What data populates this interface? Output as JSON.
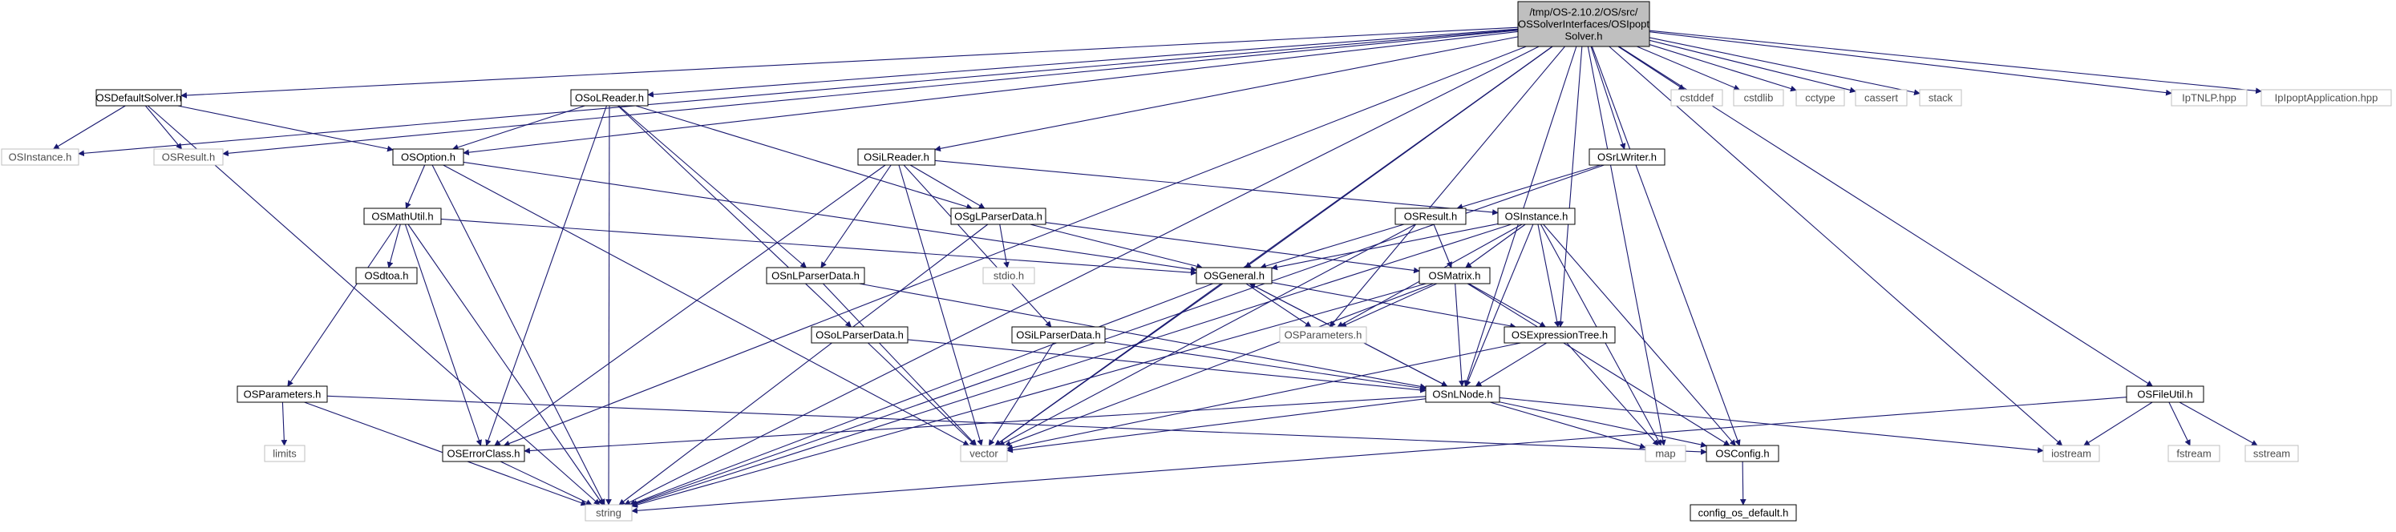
{
  "title": "/tmp/OS-2.10.2/OS/src/OSSolverInterfaces/OSIpoptSolver.h",
  "colors": {
    "root_fill": "#bfbfbf",
    "node_border": "#000000",
    "ext_border": "#bfbfbf",
    "edge": "#191970",
    "text": "#000000",
    "ext_text": "#4d4d4d"
  },
  "nodes": [
    {
      "id": "root",
      "label": "/tmp/OS-2.10.2/OS/src/\nOSSolverInterfaces/OSIpopt\nSolver.h",
      "kind": "root"
    },
    {
      "id": "OSDefaultSolver.h",
      "label": "OSDefaultSolver.h",
      "kind": "file"
    },
    {
      "id": "OSInstance.h.ext",
      "label": "OSInstance.h",
      "kind": "ext"
    },
    {
      "id": "OSResult.h.ext",
      "label": "OSResult.h",
      "kind": "ext"
    },
    {
      "id": "OSOption.h",
      "label": "OSOption.h",
      "kind": "file"
    },
    {
      "id": "OSoLReader.h",
      "label": "OSoLReader.h",
      "kind": "file"
    },
    {
      "id": "OSiLReader.h",
      "label": "OSiLReader.h",
      "kind": "file"
    },
    {
      "id": "OSgLParserData.h",
      "label": "OSgLParserData.h",
      "kind": "file"
    },
    {
      "id": "OSMathUtil.h",
      "label": "OSMathUtil.h",
      "kind": "file"
    },
    {
      "id": "OSdtoa.h",
      "label": "OSdtoa.h",
      "kind": "file"
    },
    {
      "id": "OSnLParserData.h",
      "label": "OSnLParserData.h",
      "kind": "file"
    },
    {
      "id": "OSoLParserData.h",
      "label": "OSoLParserData.h",
      "kind": "file"
    },
    {
      "id": "OSiLParserData.h",
      "label": "OSiLParserData.h",
      "kind": "file"
    },
    {
      "id": "stdio.h",
      "label": "stdio.h",
      "kind": "ext"
    },
    {
      "id": "OSGeneral.h",
      "label": "OSGeneral.h",
      "kind": "file"
    },
    {
      "id": "OSResult.h",
      "label": "OSResult.h",
      "kind": "file"
    },
    {
      "id": "OSInstance.h",
      "label": "OSInstance.h",
      "kind": "file"
    },
    {
      "id": "OSrLWriter.h",
      "label": "OSrLWriter.h",
      "kind": "file"
    },
    {
      "id": "OSMatrix.h",
      "label": "OSMatrix.h",
      "kind": "file"
    },
    {
      "id": "OSParameters.h.ext",
      "label": "OSParameters.h",
      "kind": "ext"
    },
    {
      "id": "OSExpressionTree.h",
      "label": "OSExpressionTree.h",
      "kind": "file"
    },
    {
      "id": "OSnLNode.h",
      "label": "OSnLNode.h",
      "kind": "file"
    },
    {
      "id": "OSParameters.h",
      "label": "OSParameters.h",
      "kind": "file"
    },
    {
      "id": "limits",
      "label": "limits",
      "kind": "ext"
    },
    {
      "id": "OSErrorClass.h",
      "label": "OSErrorClass.h",
      "kind": "file"
    },
    {
      "id": "vector",
      "label": "vector",
      "kind": "ext"
    },
    {
      "id": "map",
      "label": "map",
      "kind": "ext"
    },
    {
      "id": "OSConfig.h",
      "label": "OSConfig.h",
      "kind": "file"
    },
    {
      "id": "config_os_default.h",
      "label": "config_os_default.h",
      "kind": "file"
    },
    {
      "id": "string",
      "label": "string",
      "kind": "ext"
    },
    {
      "id": "cstddef",
      "label": "cstddef",
      "kind": "ext"
    },
    {
      "id": "cstdlib",
      "label": "cstdlib",
      "kind": "ext"
    },
    {
      "id": "cctype",
      "label": "cctype",
      "kind": "ext"
    },
    {
      "id": "cassert",
      "label": "cassert",
      "kind": "ext"
    },
    {
      "id": "stack",
      "label": "stack",
      "kind": "ext"
    },
    {
      "id": "IpTNLP.hpp",
      "label": "IpTNLP.hpp",
      "kind": "ext"
    },
    {
      "id": "IpIpoptApplication.hpp",
      "label": "IpIpoptApplication.hpp",
      "kind": "ext"
    },
    {
      "id": "OSFileUtil.h",
      "label": "OSFileUtil.h",
      "kind": "file"
    },
    {
      "id": "iostream",
      "label": "iostream",
      "kind": "ext"
    },
    {
      "id": "fstream",
      "label": "fstream",
      "kind": "ext"
    },
    {
      "id": "sstream",
      "label": "sstream",
      "kind": "ext"
    }
  ],
  "edges": [
    [
      "root",
      "OSDefaultSolver.h"
    ],
    [
      "root",
      "OSResult.h.ext"
    ],
    [
      "root",
      "OSInstance.h.ext"
    ],
    [
      "root",
      "OSOption.h"
    ],
    [
      "root",
      "OSoLReader.h"
    ],
    [
      "root",
      "OSiLReader.h"
    ],
    [
      "root",
      "OSGeneral.h"
    ],
    [
      "root",
      "OSParameters.h.ext"
    ],
    [
      "root",
      "OSrLWriter.h"
    ],
    [
      "root",
      "OSExpressionTree.h"
    ],
    [
      "root",
      "OSnLNode.h"
    ],
    [
      "root",
      "OSErrorClass.h"
    ],
    [
      "root",
      "vector"
    ],
    [
      "root",
      "string"
    ],
    [
      "root",
      "map"
    ],
    [
      "root",
      "OSConfig.h"
    ],
    [
      "root",
      "iostream"
    ],
    [
      "root",
      "cstddef"
    ],
    [
      "root",
      "cstdlib"
    ],
    [
      "root",
      "cctype"
    ],
    [
      "root",
      "cassert"
    ],
    [
      "root",
      "stack"
    ],
    [
      "root",
      "IpTNLP.hpp"
    ],
    [
      "root",
      "IpIpoptApplication.hpp"
    ],
    [
      "root",
      "OSFileUtil.h"
    ],
    [
      "OSDefaultSolver.h",
      "OSInstance.h.ext"
    ],
    [
      "OSDefaultSolver.h",
      "OSResult.h.ext"
    ],
    [
      "OSDefaultSolver.h",
      "OSOption.h"
    ],
    [
      "OSDefaultSolver.h",
      "string"
    ],
    [
      "OSoLReader.h",
      "OSOption.h"
    ],
    [
      "OSoLReader.h",
      "OSgLParserData.h"
    ],
    [
      "OSoLReader.h",
      "OSnLParserData.h"
    ],
    [
      "OSoLReader.h",
      "OSoLParserData.h"
    ],
    [
      "OSoLReader.h",
      "OSErrorClass.h"
    ],
    [
      "OSoLReader.h",
      "string"
    ],
    [
      "OSOption.h",
      "OSMathUtil.h"
    ],
    [
      "OSOption.h",
      "OSGeneral.h"
    ],
    [
      "OSOption.h",
      "string"
    ],
    [
      "OSOption.h",
      "vector"
    ],
    [
      "OSiLReader.h",
      "OSgLParserData.h"
    ],
    [
      "OSiLReader.h",
      "OSnLParserData.h"
    ],
    [
      "OSiLReader.h",
      "OSiLParserData.h"
    ],
    [
      "OSiLReader.h",
      "OSInstance.h"
    ],
    [
      "OSiLReader.h",
      "OSErrorClass.h"
    ],
    [
      "OSiLReader.h",
      "vector"
    ],
    [
      "OSgLParserData.h",
      "stdio.h"
    ],
    [
      "OSgLParserData.h",
      "OSGeneral.h"
    ],
    [
      "OSgLParserData.h",
      "OSMatrix.h"
    ],
    [
      "OSgLParserData.h",
      "string"
    ],
    [
      "OSMathUtil.h",
      "OSdtoa.h"
    ],
    [
      "OSMathUtil.h",
      "OSGeneral.h"
    ],
    [
      "OSMathUtil.h",
      "OSParameters.h"
    ],
    [
      "OSMathUtil.h",
      "OSErrorClass.h"
    ],
    [
      "OSMathUtil.h",
      "string"
    ],
    [
      "OSResult.h",
      "OSGeneral.h"
    ],
    [
      "OSResult.h",
      "OSMatrix.h"
    ],
    [
      "OSResult.h",
      "vector"
    ],
    [
      "OSInstance.h",
      "OSGeneral.h"
    ],
    [
      "OSInstance.h",
      "OSMatrix.h"
    ],
    [
      "OSInstance.h",
      "OSParameters.h.ext"
    ],
    [
      "OSInstance.h",
      "OSExpressionTree.h"
    ],
    [
      "OSInstance.h",
      "OSnLNode.h"
    ],
    [
      "OSInstance.h",
      "map"
    ],
    [
      "OSInstance.h",
      "OSConfig.h"
    ],
    [
      "OSInstance.h",
      "string"
    ],
    [
      "OSrLWriter.h",
      "OSResult.h"
    ],
    [
      "OSrLWriter.h",
      "string"
    ],
    [
      "OSGeneral.h",
      "OSParameters.h.ext"
    ],
    [
      "OSGeneral.h",
      "OSExpressionTree.h"
    ],
    [
      "OSGeneral.h",
      "OSnLNode.h"
    ],
    [
      "OSGeneral.h",
      "vector"
    ],
    [
      "OSGeneral.h",
      "string"
    ],
    [
      "OSnLParserData.h",
      "OSnLNode.h"
    ],
    [
      "OSnLParserData.h",
      "vector"
    ],
    [
      "OSoLParserData.h",
      "OSnLNode.h"
    ],
    [
      "OSoLParserData.h",
      "vector"
    ],
    [
      "OSiLParserData.h",
      "OSnLNode.h"
    ],
    [
      "OSiLParserData.h",
      "vector"
    ],
    [
      "OSMatrix.h",
      "OSParameters.h.ext"
    ],
    [
      "OSMatrix.h",
      "OSExpressionTree.h"
    ],
    [
      "OSMatrix.h",
      "OSnLNode.h"
    ],
    [
      "OSMatrix.h",
      "OSConfig.h"
    ],
    [
      "OSMatrix.h",
      "vector"
    ],
    [
      "OSMatrix.h",
      "string"
    ],
    [
      "OSExpressionTree.h",
      "OSnLNode.h"
    ],
    [
      "OSExpressionTree.h",
      "map"
    ],
    [
      "OSExpressionTree.h",
      "vector"
    ],
    [
      "OSnLNode.h",
      "OSGeneral.h"
    ],
    [
      "OSnLNode.h",
      "OSErrorClass.h"
    ],
    [
      "OSnLNode.h",
      "vector"
    ],
    [
      "OSnLNode.h",
      "map"
    ],
    [
      "OSnLNode.h",
      "iostream"
    ],
    [
      "OSnLNode.h",
      "OSConfig.h"
    ],
    [
      "OSParameters.h",
      "limits"
    ],
    [
      "OSParameters.h",
      "string"
    ],
    [
      "OSParameters.h",
      "OSConfig.h"
    ],
    [
      "OSErrorClass.h",
      "string"
    ],
    [
      "OSConfig.h",
      "config_os_default.h"
    ],
    [
      "OSFileUtil.h",
      "iostream"
    ],
    [
      "OSFileUtil.h",
      "fstream"
    ],
    [
      "OSFileUtil.h",
      "sstream"
    ],
    [
      "OSFileUtil.h",
      "string"
    ]
  ]
}
